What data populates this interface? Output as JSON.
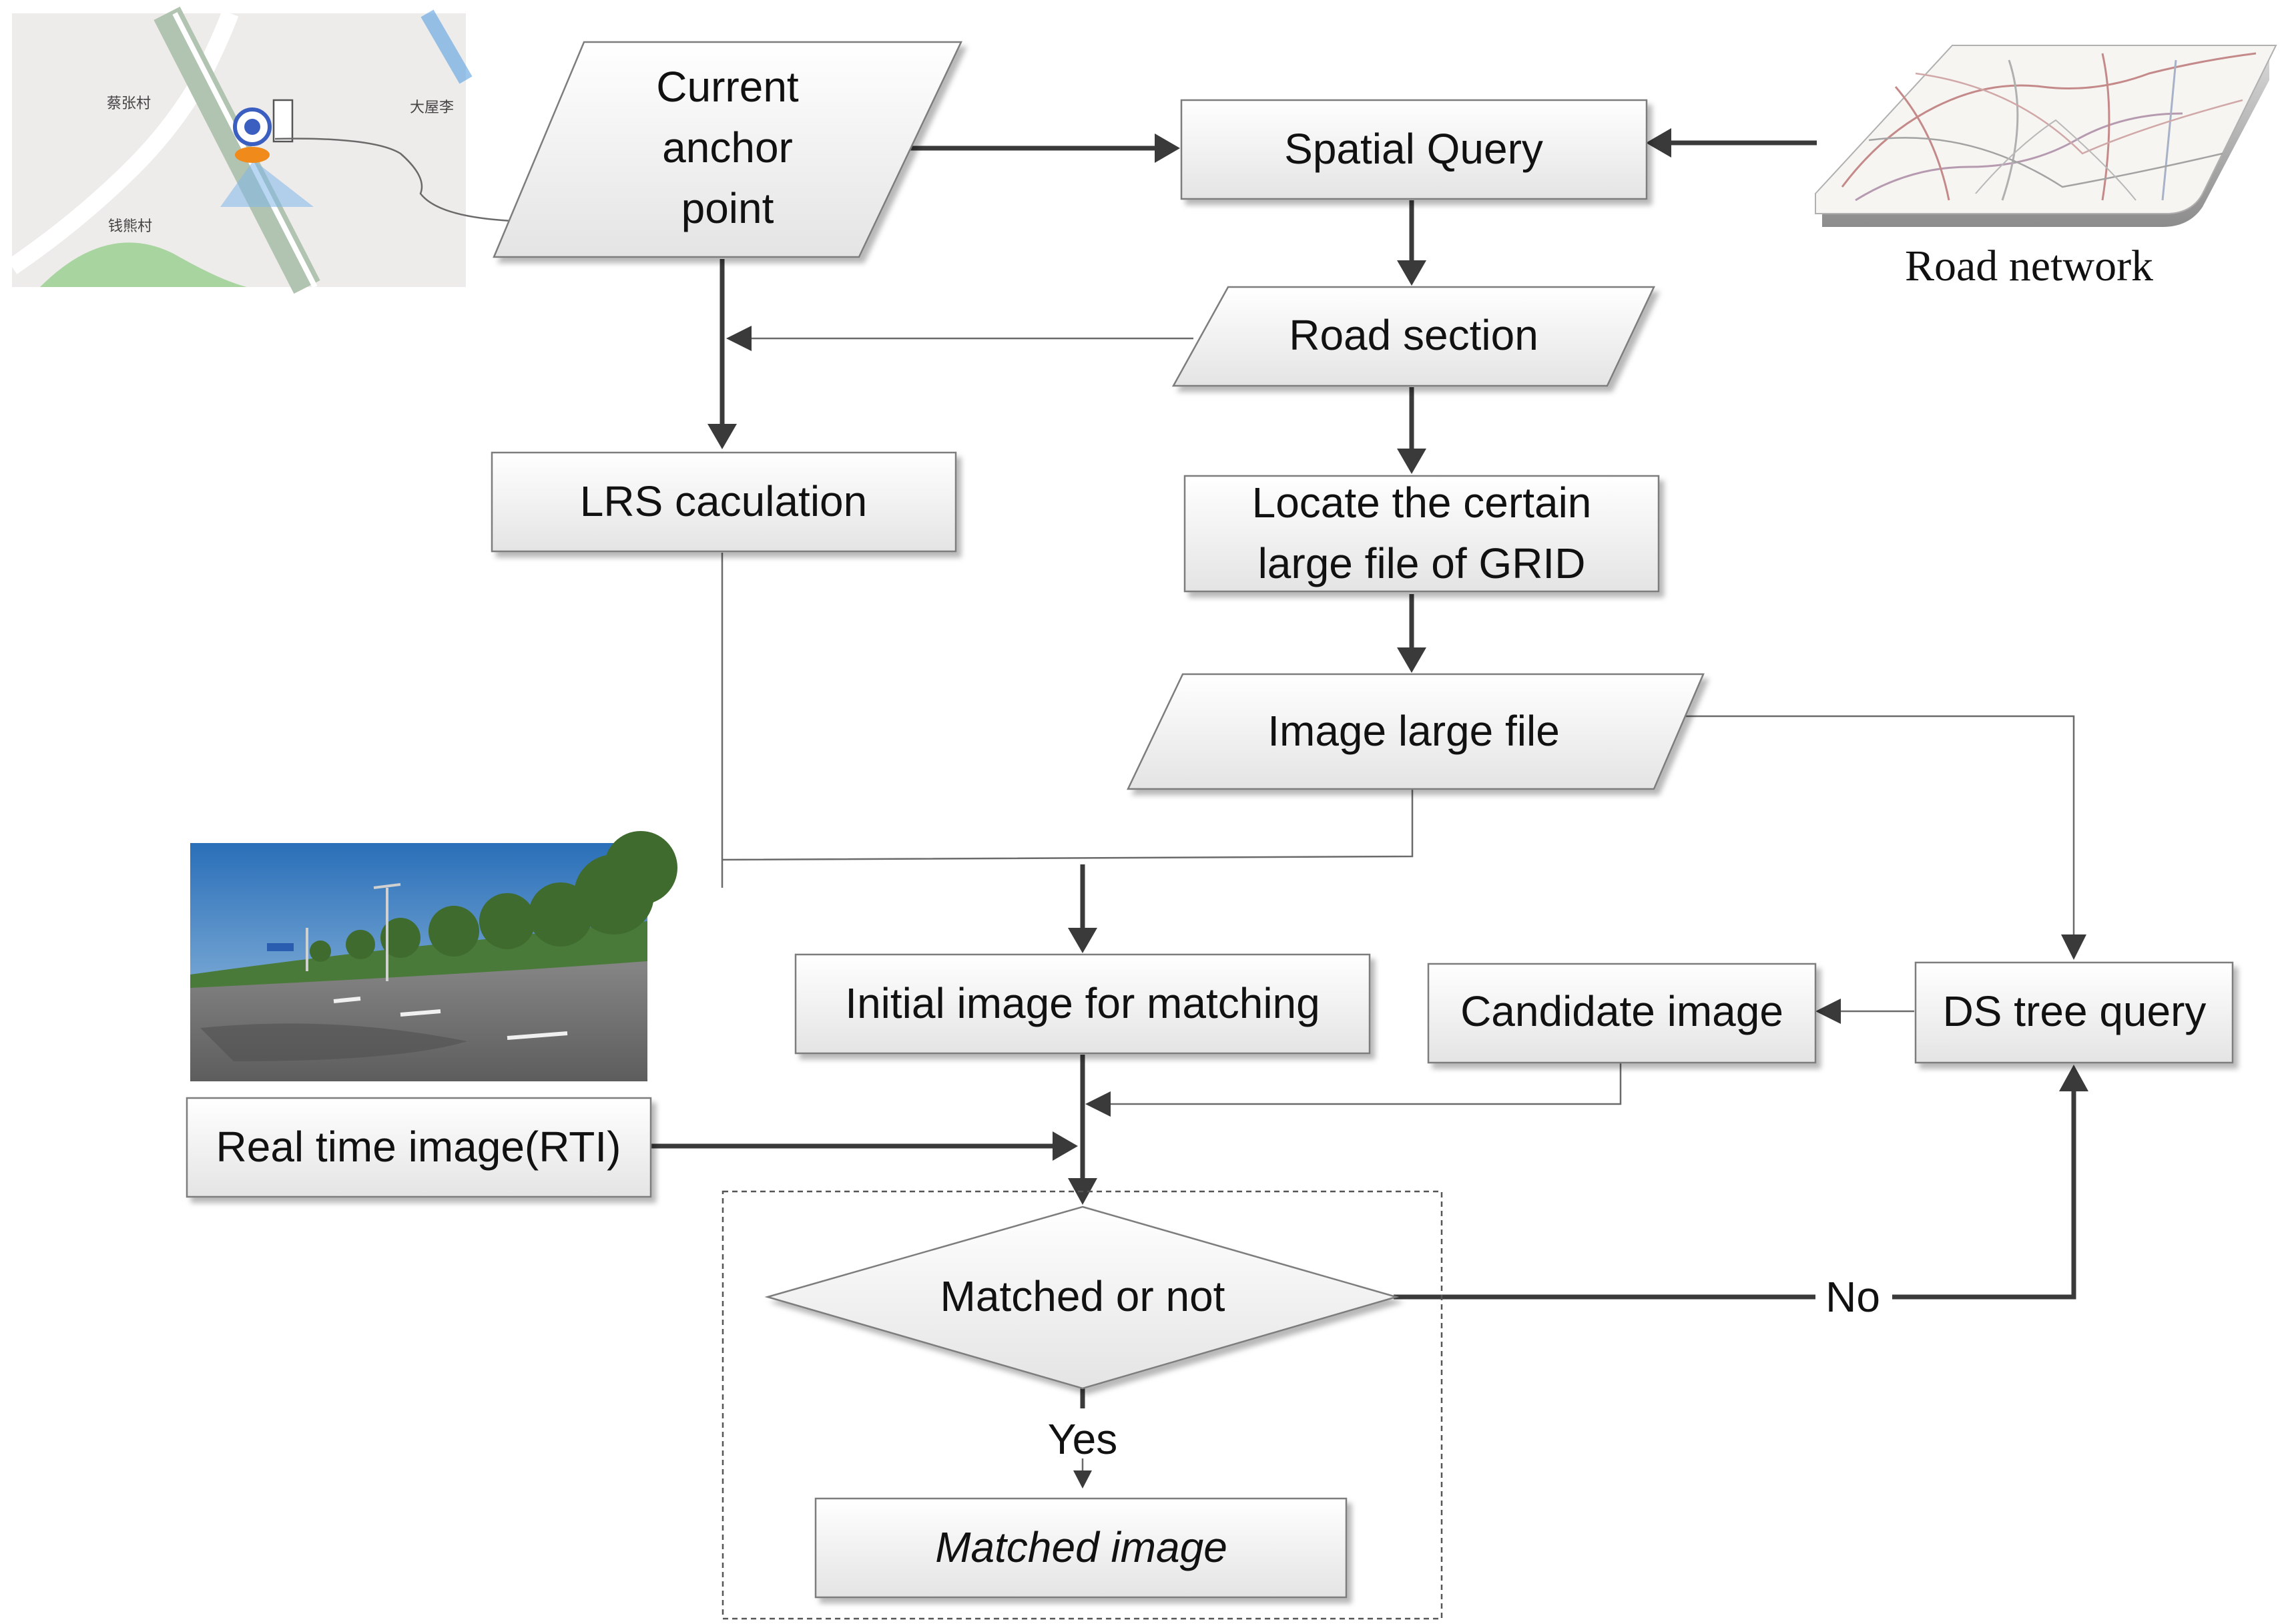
{
  "nodes": {
    "current_anchor": [
      "Current",
      "anchor",
      "point"
    ],
    "spatial_query": "Spatial Query",
    "road_network": "Road network",
    "road_section": "Road section",
    "lrs": "LRS caculation",
    "locate_grid": [
      "Locate the certain",
      "large file of GRID"
    ],
    "image_large_file": "Image large file",
    "initial_image": "Initial image for matching",
    "candidate_image": "Candidate image",
    "ds_tree": "DS tree query",
    "rti": "Real time image(RTI)",
    "matched_or_not": "Matched or not",
    "matched_image": "Matched image"
  },
  "edge_labels": {
    "no": "No",
    "yes": "Yes"
  },
  "map_labels": [
    "蔡张村",
    "大屋李",
    "钱熊村"
  ]
}
